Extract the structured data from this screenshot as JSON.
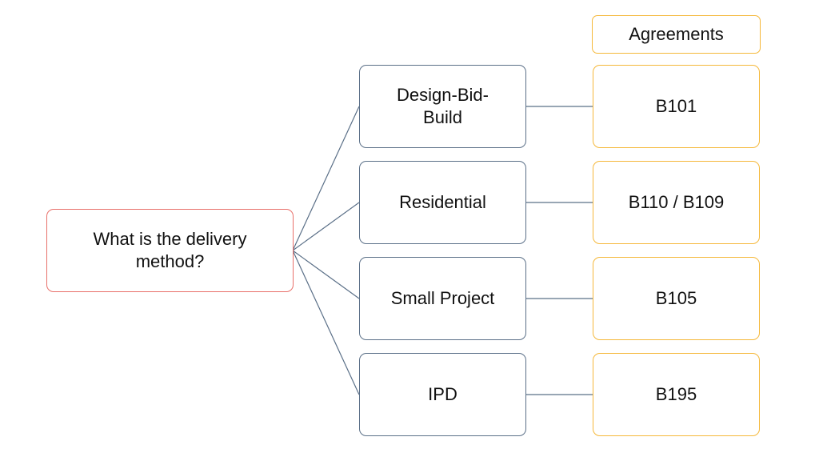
{
  "question": "What is the delivery method?",
  "header": "Agreements",
  "methods": [
    {
      "label": "Design-Bid-Build",
      "agreement": "B101"
    },
    {
      "label": "Residential",
      "agreement": "B110 / B109"
    },
    {
      "label": "Small Project",
      "agreement": "B105"
    },
    {
      "label": "IPD",
      "agreement": "B195"
    }
  ],
  "colors": {
    "root_border": "#e8706a",
    "method_border": "#5b7088",
    "agreement_border": "#f5b83a",
    "connector": "#5b7088"
  }
}
